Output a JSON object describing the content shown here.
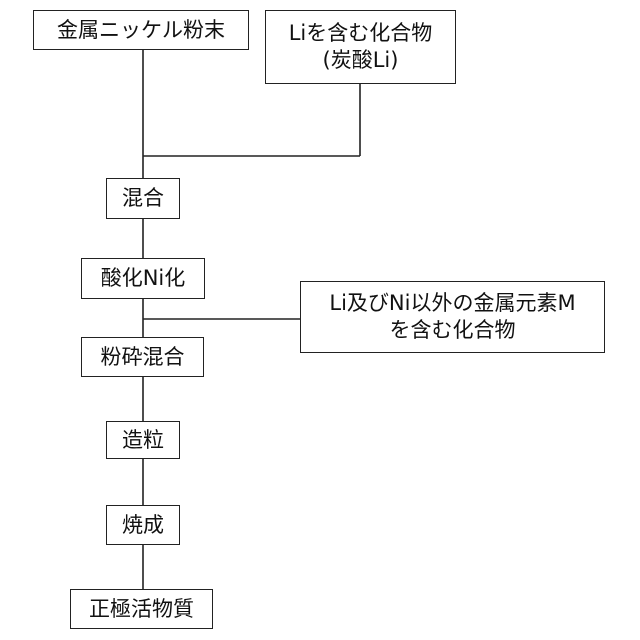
{
  "nodes": {
    "nickel_powder": "金属ニッケル粉末",
    "li_compound": [
      "Liを含む化合物",
      "(炭酸Li)"
    ],
    "mixing": "混合",
    "oxidation": "酸化Ni化",
    "metal_m_compound": [
      "Li及びNi以外の金属元素M",
      "を含む化合物"
    ],
    "grinding_mixing": "粉砕混合",
    "granulation": "造粒",
    "firing": "焼成",
    "cathode_material": "正極活物質"
  }
}
